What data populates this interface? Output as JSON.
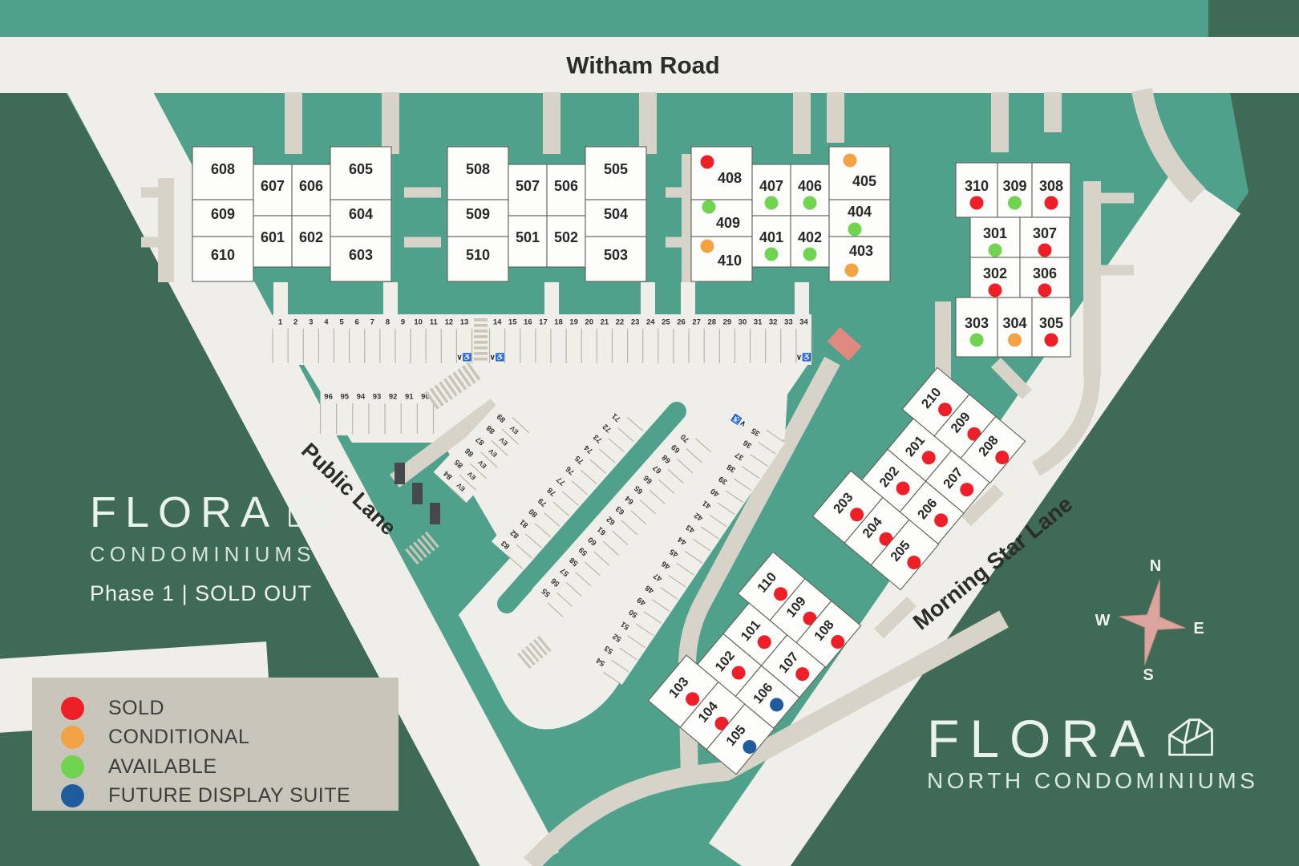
{
  "roads": {
    "witham": "Witham Road",
    "public_lane": "Public Lane",
    "morning_star_lane": "Morning Star Lane"
  },
  "branding_left": {
    "name": "FLORA",
    "subtitle": "CONDOMINIUMS",
    "phase": "Phase 1 | SOLD OUT"
  },
  "branding_right": {
    "name": "FLORA",
    "subtitle": "NORTH CONDOMINIUMS"
  },
  "compass": {
    "n": "N",
    "e": "E",
    "s": "S",
    "w": "W"
  },
  "status_colors": {
    "sold": "#ee1f27",
    "conditional": "#f2a444",
    "available": "#70d450",
    "future": "#1f5c9d"
  },
  "legend": {
    "items": [
      {
        "label": "SOLD",
        "status": "sold",
        "color": "#ee1f27"
      },
      {
        "label": "CONDITIONAL",
        "status": "conditional",
        "color": "#f2a444"
      },
      {
        "label": "AVAILABLE",
        "status": "available",
        "color": "#70d450"
      },
      {
        "label": "FUTURE DISPLAY SUITE",
        "status": "future",
        "color": "#1f5c9d"
      }
    ]
  },
  "buildings": [
    {
      "id": "building-600",
      "units": [
        {
          "n": "608",
          "status": null
        },
        {
          "n": "607",
          "status": null
        },
        {
          "n": "606",
          "status": null
        },
        {
          "n": "605",
          "status": null
        },
        {
          "n": "609",
          "status": null
        },
        {
          "n": "604",
          "status": null
        },
        {
          "n": "610",
          "status": null
        },
        {
          "n": "601",
          "status": null
        },
        {
          "n": "602",
          "status": null
        },
        {
          "n": "603",
          "status": null
        }
      ]
    },
    {
      "id": "building-500",
      "units": [
        {
          "n": "508",
          "status": null
        },
        {
          "n": "507",
          "status": null
        },
        {
          "n": "506",
          "status": null
        },
        {
          "n": "505",
          "status": null
        },
        {
          "n": "509",
          "status": null
        },
        {
          "n": "504",
          "status": null
        },
        {
          "n": "510",
          "status": null
        },
        {
          "n": "501",
          "status": null
        },
        {
          "n": "502",
          "status": null
        },
        {
          "n": "503",
          "status": null
        }
      ]
    },
    {
      "id": "building-400",
      "units": [
        {
          "n": "408",
          "status": "sold"
        },
        {
          "n": "407",
          "status": "available"
        },
        {
          "n": "406",
          "status": "available"
        },
        {
          "n": "405",
          "status": "conditional"
        },
        {
          "n": "409",
          "status": "available"
        },
        {
          "n": "404",
          "status": "available"
        },
        {
          "n": "410",
          "status": "conditional"
        },
        {
          "n": "401",
          "status": "available"
        },
        {
          "n": "402",
          "status": "available"
        },
        {
          "n": "403",
          "status": "conditional"
        }
      ]
    },
    {
      "id": "building-300",
      "units": [
        {
          "n": "310",
          "status": "sold"
        },
        {
          "n": "309",
          "status": "available"
        },
        {
          "n": "308",
          "status": "sold"
        },
        {
          "n": "301",
          "status": "available"
        },
        {
          "n": "307",
          "status": "sold"
        },
        {
          "n": "302",
          "status": "sold"
        },
        {
          "n": "306",
          "status": "sold"
        },
        {
          "n": "303",
          "status": "available"
        },
        {
          "n": "304",
          "status": "conditional"
        },
        {
          "n": "305",
          "status": "sold"
        }
      ]
    },
    {
      "id": "building-200",
      "units": [
        {
          "n": "210",
          "status": "sold"
        },
        {
          "n": "209",
          "status": "sold"
        },
        {
          "n": "208",
          "status": "sold"
        },
        {
          "n": "201",
          "status": "sold"
        },
        {
          "n": "207",
          "status": "sold"
        },
        {
          "n": "202",
          "status": "sold"
        },
        {
          "n": "206",
          "status": "sold"
        },
        {
          "n": "203",
          "status": "sold"
        },
        {
          "n": "204",
          "status": "sold"
        },
        {
          "n": "205",
          "status": "sold"
        }
      ]
    },
    {
      "id": "building-100",
      "units": [
        {
          "n": "110",
          "status": "sold"
        },
        {
          "n": "109",
          "status": "sold"
        },
        {
          "n": "108",
          "status": "sold"
        },
        {
          "n": "101",
          "status": "sold"
        },
        {
          "n": "107",
          "status": "sold"
        },
        {
          "n": "102",
          "status": "sold"
        },
        {
          "n": "106",
          "status": "future"
        },
        {
          "n": "103",
          "status": "sold"
        },
        {
          "n": "104",
          "status": "sold"
        },
        {
          "n": "105",
          "status": "future"
        }
      ]
    }
  ],
  "parking": {
    "accessible_mark": "∨♿",
    "rows": [
      {
        "id": "parking-row-1-34",
        "labels": [
          "1",
          "2",
          "3",
          "4",
          "5",
          "6",
          "7",
          "8",
          "9",
          "10",
          "11",
          "12",
          "13",
          "14",
          "15",
          "16",
          "17",
          "18",
          "19",
          "20",
          "21",
          "22",
          "23",
          "24",
          "25",
          "26",
          "27",
          "28",
          "29",
          "30",
          "31",
          "32",
          "33",
          "34"
        ],
        "accessible": [
          "13",
          "14",
          "34"
        ]
      },
      {
        "id": "parking-row-90-96",
        "labels": [
          "96",
          "95",
          "94",
          "93",
          "92",
          "91",
          "90"
        ]
      },
      {
        "id": "parking-row-84-89-ev",
        "labels": [
          "84",
          "85",
          "86",
          "87",
          "88",
          "89"
        ],
        "ev": "EV"
      },
      {
        "id": "parking-row-71-83",
        "labels": [
          "83",
          "82",
          "81",
          "80",
          "79",
          "78",
          "77",
          "76",
          "75",
          "74",
          "73",
          "72",
          "71"
        ]
      },
      {
        "id": "parking-row-55-70",
        "labels": [
          "55",
          "56",
          "57",
          "58",
          "59",
          "60",
          "61",
          "62",
          "63",
          "64",
          "65",
          "66",
          "67",
          "68",
          "69",
          "70"
        ]
      },
      {
        "id": "parking-row-35-54",
        "labels": [
          "54",
          "53",
          "52",
          "51",
          "50",
          "49",
          "48",
          "47",
          "46",
          "45",
          "44",
          "43",
          "42",
          "41",
          "40",
          "39",
          "38",
          "37",
          "36",
          "35"
        ],
        "accessible": [
          "35"
        ]
      }
    ]
  }
}
